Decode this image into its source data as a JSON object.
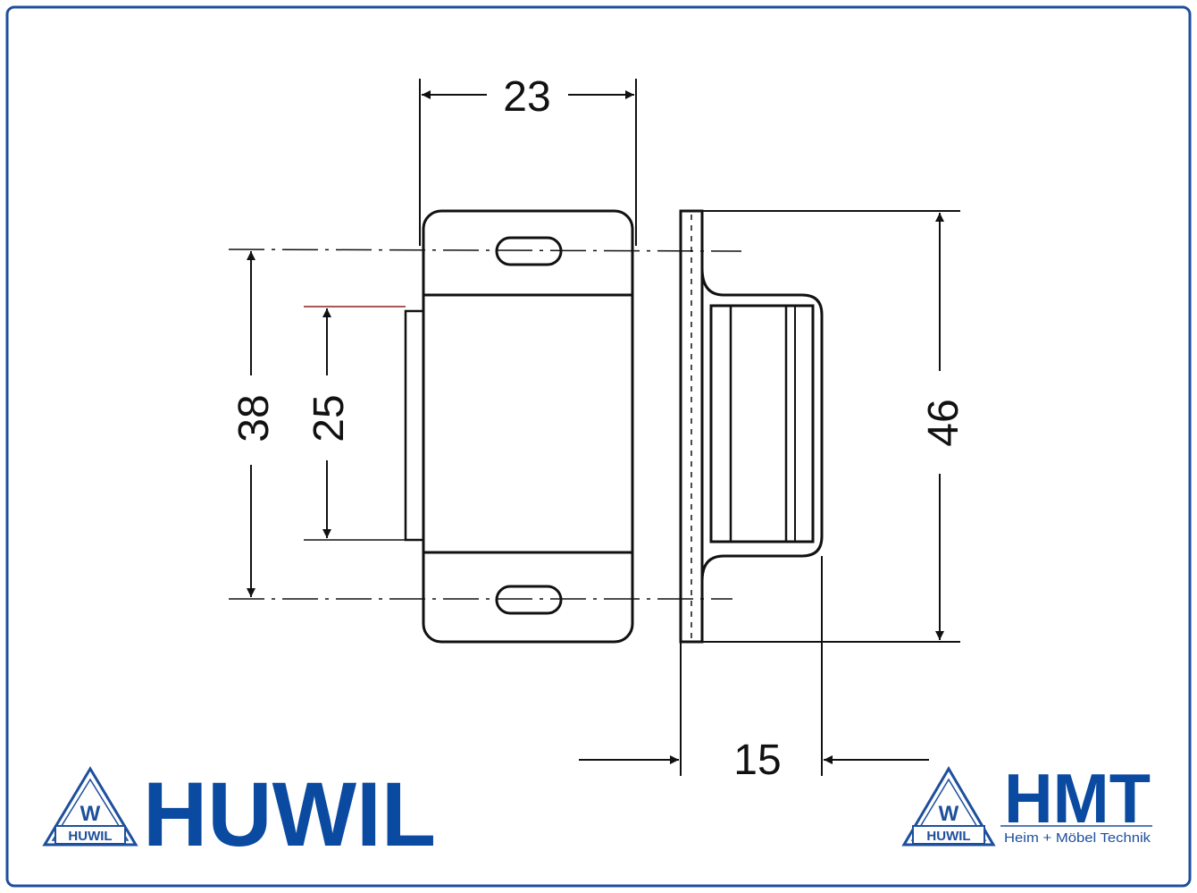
{
  "diagram": {
    "dimensions": {
      "width_top": "23",
      "height_outer": "38",
      "height_inner": "25",
      "height_side": "46",
      "depth_side": "15"
    }
  },
  "logos": {
    "huwil": {
      "emblem_letter": "W",
      "emblem_text": "HUWIL",
      "wordmark": "HUWIL"
    },
    "hmt": {
      "emblem_letter": "W",
      "emblem_text": "HUWIL",
      "wordmark": "HMT",
      "tagline": "Heim + Möbel Technik"
    }
  },
  "colors": {
    "frame_border": "#1d4f9c",
    "brand_blue": "#0a4aa0",
    "drawing": "#111111"
  }
}
